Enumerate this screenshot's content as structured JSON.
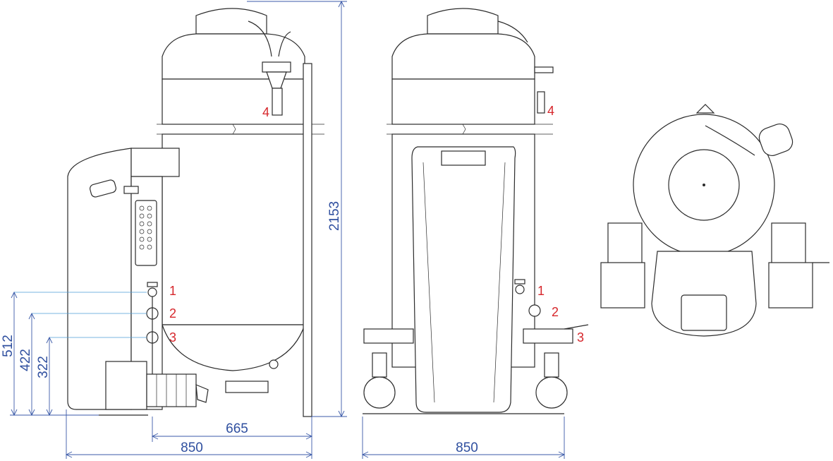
{
  "dimensions": {
    "total_height": "2153",
    "conn_1_height": "512",
    "conn_2_height": "422",
    "conn_3_height": "322",
    "depth_partial": "665",
    "depth_side": "850",
    "width_front": "850"
  },
  "callouts": {
    "side": [
      "1",
      "2",
      "3",
      "4"
    ],
    "front": [
      "1",
      "2",
      "3",
      "4"
    ]
  },
  "colors": {
    "drawing": "#2b2b2b",
    "dimension": "#2f4f9f",
    "callout": "#d6262b"
  }
}
